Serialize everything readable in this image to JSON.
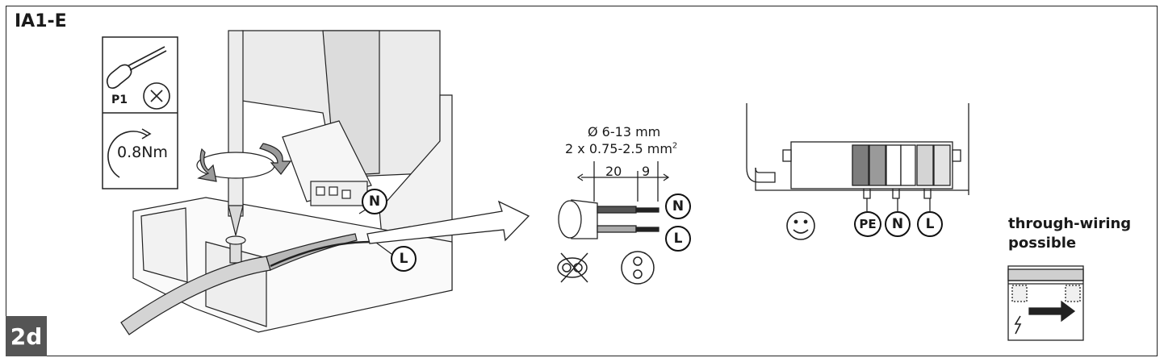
{
  "panel": {
    "title": "IA1-E",
    "step": "2d",
    "tool_label": "P1",
    "torque": "0.8Nm"
  },
  "cable": {
    "diameter": "Ø 6-13 mm",
    "conductors": "2 x 0.75-2.5 mm",
    "conductors_sup": "2",
    "strip_outer": "20",
    "strip_inner": "9"
  },
  "terminals": {
    "left_n": "N",
    "left_l": "L",
    "cable_n": "N",
    "cable_l": "L",
    "block_pe": "PE",
    "block_n": "N",
    "block_l": "L"
  },
  "note": {
    "line1": "through-wiring",
    "line2": "possible"
  },
  "icons": [
    "screwdriver-icon",
    "tool-cross-icon",
    "torque-arrow-icon",
    "no-flat-cable-icon",
    "round-cable-icon",
    "smiley-icon",
    "through-wiring-icon"
  ]
}
